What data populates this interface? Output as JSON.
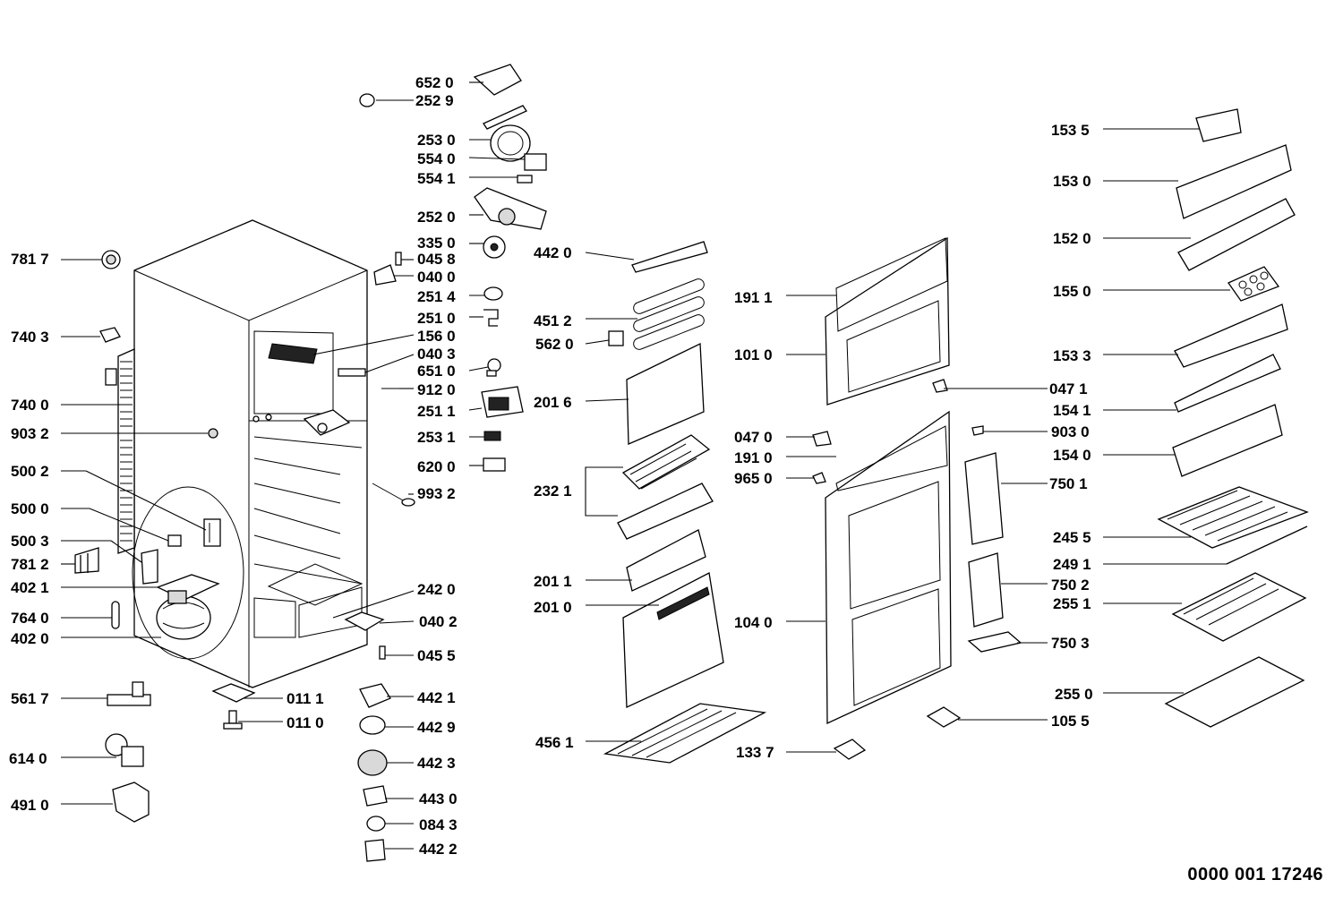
{
  "drawing_number": "0000 001 17246",
  "part_labels": [
    {
      "id": "652_0",
      "text": "652 0"
    },
    {
      "id": "252_9",
      "text": "252 9"
    },
    {
      "id": "253_0",
      "text": "253 0"
    },
    {
      "id": "554_0",
      "text": "554 0"
    },
    {
      "id": "554_1",
      "text": "554 1"
    },
    {
      "id": "252_0",
      "text": "252 0"
    },
    {
      "id": "335_0",
      "text": "335 0"
    },
    {
      "id": "045_8",
      "text": "045 8"
    },
    {
      "id": "040_0",
      "text": "040 0"
    },
    {
      "id": "251_4",
      "text": "251 4"
    },
    {
      "id": "251_0",
      "text": "251 0"
    },
    {
      "id": "156_0",
      "text": "156 0"
    },
    {
      "id": "040_3",
      "text": "040 3"
    },
    {
      "id": "651_0",
      "text": "651 0"
    },
    {
      "id": "912_0",
      "text": "912 0"
    },
    {
      "id": "251_1",
      "text": "251 1"
    },
    {
      "id": "253_1",
      "text": "253 1"
    },
    {
      "id": "620_0",
      "text": "620 0"
    },
    {
      "id": "993_2",
      "text": "993 2"
    },
    {
      "id": "242_0",
      "text": "242 0"
    },
    {
      "id": "040_2",
      "text": "040 2"
    },
    {
      "id": "045_5",
      "text": "045 5"
    },
    {
      "id": "011_1",
      "text": "011 1"
    },
    {
      "id": "011_0",
      "text": "011 0"
    },
    {
      "id": "442_1",
      "text": "442 1"
    },
    {
      "id": "442_9",
      "text": "442 9"
    },
    {
      "id": "442_3",
      "text": "442 3"
    },
    {
      "id": "443_0",
      "text": "443 0"
    },
    {
      "id": "084_3",
      "text": "084 3"
    },
    {
      "id": "442_2",
      "text": "442 2"
    },
    {
      "id": "781_7",
      "text": "781 7"
    },
    {
      "id": "740_3",
      "text": "740 3"
    },
    {
      "id": "740_0",
      "text": "740 0"
    },
    {
      "id": "903_2",
      "text": "903 2"
    },
    {
      "id": "500_2",
      "text": "500 2"
    },
    {
      "id": "500_0",
      "text": "500 0"
    },
    {
      "id": "500_3",
      "text": "500 3"
    },
    {
      "id": "781_2",
      "text": "781 2"
    },
    {
      "id": "402_1",
      "text": "402 1"
    },
    {
      "id": "764_0",
      "text": "764 0"
    },
    {
      "id": "402_0",
      "text": "402 0"
    },
    {
      "id": "561_7",
      "text": "561 7"
    },
    {
      "id": "614_0",
      "text": "614 0"
    },
    {
      "id": "491_0",
      "text": "491 0"
    },
    {
      "id": "442_0",
      "text": "442 0"
    },
    {
      "id": "451_2",
      "text": "451 2"
    },
    {
      "id": "562_0",
      "text": "562 0"
    },
    {
      "id": "201_6",
      "text": "201 6"
    },
    {
      "id": "232_1",
      "text": "232 1"
    },
    {
      "id": "201_1",
      "text": "201 1"
    },
    {
      "id": "201_0",
      "text": "201 0"
    },
    {
      "id": "456_1",
      "text": "456 1"
    },
    {
      "id": "191_1",
      "text": "191 1"
    },
    {
      "id": "101_0",
      "text": "101 0"
    },
    {
      "id": "047_0",
      "text": "047 0"
    },
    {
      "id": "191_0",
      "text": "191 0"
    },
    {
      "id": "965_0",
      "text": "965 0"
    },
    {
      "id": "104_0",
      "text": "104 0"
    },
    {
      "id": "133_7",
      "text": "133 7"
    },
    {
      "id": "047_1",
      "text": "047 1"
    },
    {
      "id": "903_0",
      "text": "903 0"
    },
    {
      "id": "750_1",
      "text": "750 1"
    },
    {
      "id": "750_2",
      "text": "750 2"
    },
    {
      "id": "750_3",
      "text": "750 3"
    },
    {
      "id": "105_5",
      "text": "105 5"
    },
    {
      "id": "153_5",
      "text": "153 5"
    },
    {
      "id": "153_0",
      "text": "153 0"
    },
    {
      "id": "152_0",
      "text": "152 0"
    },
    {
      "id": "155_0",
      "text": "155 0"
    },
    {
      "id": "153_3",
      "text": "153 3"
    },
    {
      "id": "154_1",
      "text": "154 1"
    },
    {
      "id": "154_0",
      "text": "154 0"
    },
    {
      "id": "245_5",
      "text": "245 5"
    },
    {
      "id": "249_1",
      "text": "249 1"
    },
    {
      "id": "255_1",
      "text": "255 1"
    },
    {
      "id": "255_0",
      "text": "255 0"
    }
  ]
}
